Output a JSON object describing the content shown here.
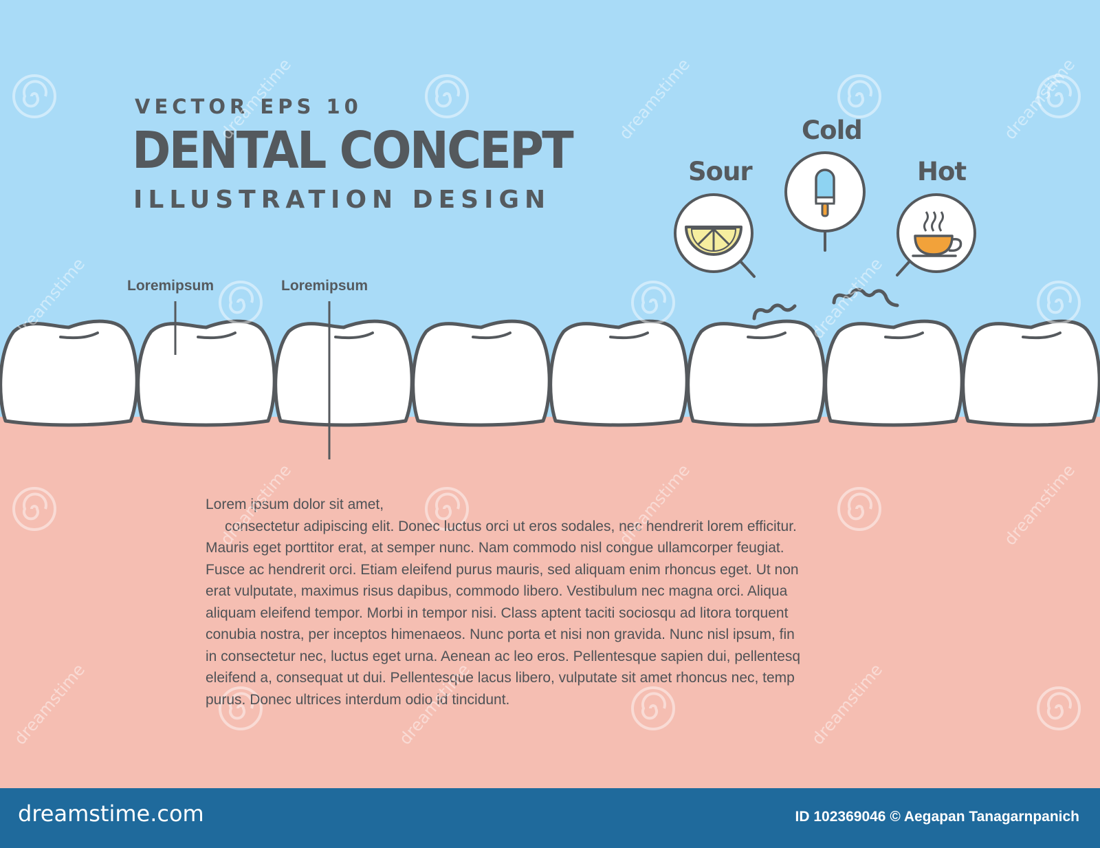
{
  "header": {
    "kicker": "VECTOR EPS 10",
    "title": "DENTAL CONCEPT",
    "subtitle": "ILLUSTRATION DESIGN"
  },
  "labels": [
    "Loremipsum",
    "Loremipsum"
  ],
  "sensitivity": [
    {
      "label": "Sour",
      "icon": "lemon-slice-icon"
    },
    {
      "label": "Cold",
      "icon": "popsicle-icon"
    },
    {
      "label": "Hot",
      "icon": "hot-cup-icon"
    }
  ],
  "body_lines": [
    "Lorem ipsum dolor sit amet,",
    "consectetur adipiscing elit. Donec luctus orci ut eros sodales, nec hendrerit lorem efficitur.",
    "Mauris eget porttitor erat, at semper nunc. Nam commodo nisl congue ullamcorper feugiat.",
    "Fusce ac hendrerit orci. Etiam eleifend purus mauris, sed aliquam enim rhoncus eget. Ut non",
    "erat vulputate, maximus risus dapibus, commodo libero. Vestibulum nec magna orci. Aliqua",
    "aliquam eleifend tempor. Morbi in tempor nisi. Class aptent taciti sociosqu ad litora torquent",
    "conubia nostra, per inceptos himenaeos. Nunc porta et nisi non gravida. Nunc nisl ipsum, fin",
    "in consectetur nec, luctus eget urna. Aenean ac leo eros. Pellentesque sapien dui, pellentesq",
    "eleifend a, consequat ut dui. Pellentesque lacus libero, vulputate sit amet rhoncus nec, temp",
    "purus. Donec ultrices interdum odio id tincidunt."
  ],
  "watermark": "dreamstime",
  "footer": {
    "brand": "dreamstime.com",
    "credit": "ID 102369046 © Aegapan Tanagarnpanich"
  },
  "colors": {
    "sky": "#a9dbf7",
    "gum": "#f5beb2",
    "footer": "#1f6a9c",
    "outline": "#55595d",
    "tooth": "#ffffff",
    "lemon": "#f2e89a",
    "popsicle": "#8ed3f2",
    "cup": "#f2a23a"
  }
}
